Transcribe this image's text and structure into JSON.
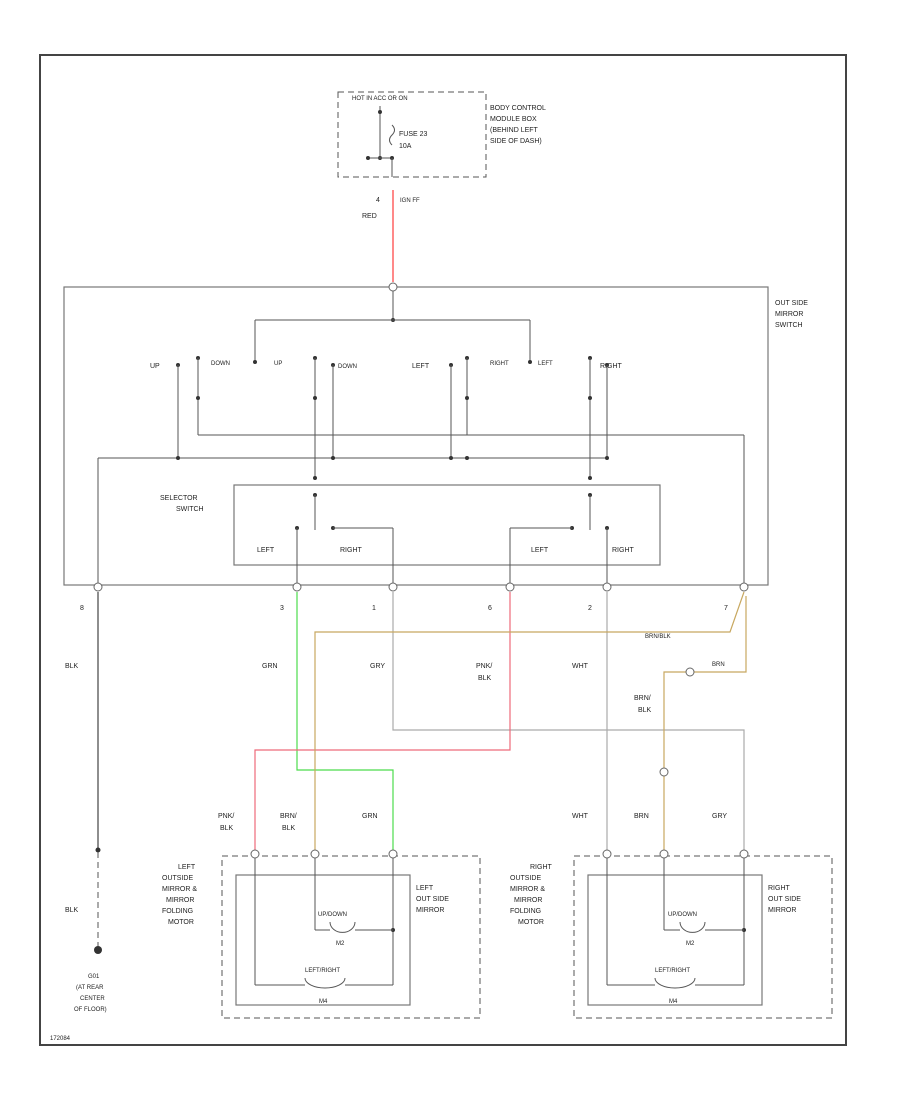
{
  "colors": {
    "red": "#ff3b3b",
    "green": "#4cdc4c",
    "tan": "#c8a860",
    "pink": "#ee6a7a",
    "wire_dark": "#444444",
    "wire_light": "#aaaaaa"
  },
  "top": {
    "fuse_header": "HOT IN ACC OR ON",
    "fuse_label": "FUSE 23",
    "fuse_amp": "10A",
    "bcm_label": [
      "BODY CONTROL",
      "MODULE BOX",
      "(BEHIND LEFT",
      "SIDE OF DASH)"
    ],
    "pin": "4",
    "pin_label": "IGN FF",
    "wire": "RED"
  },
  "switch": {
    "label": [
      "OUT SIDE",
      "MIRROR",
      "SWITCH"
    ],
    "contacts": [
      "UP",
      "DOWN",
      "UP",
      "DOWN",
      "LEFT",
      "RIGHT",
      "LEFT",
      "RIGHT"
    ],
    "selector_label": [
      "SELECTOR",
      "SWITCH"
    ],
    "selector_positions": [
      "LEFT",
      "RIGHT",
      "LEFT",
      "RIGHT"
    ],
    "pins": [
      "8",
      "3",
      "1",
      "6",
      "2",
      "7"
    ]
  },
  "wires": {
    "pin8": "BLK",
    "pin3": "GRN",
    "pin1": "GRY",
    "pin6": [
      "PNK/",
      "BLK"
    ],
    "pin2": "WHT",
    "pin7a": "BRN/BLK",
    "pin7b": "BRN",
    "pin7c": [
      "BRN/",
      "BLK"
    ]
  },
  "left_mirror": {
    "pin_labels": [
      [
        "PNK/",
        "BLK"
      ],
      [
        "BRN/",
        "BLK"
      ],
      [
        "GRN"
      ]
    ],
    "outer_label": [
      "LEFT",
      "OUTSIDE",
      "MIRROR &",
      "MIRROR",
      "FOLDING",
      "MOTOR"
    ],
    "inner_label": [
      "LEFT",
      "OUT SIDE",
      "MIRROR"
    ],
    "motor_updown": "UP/DOWN",
    "motor_updown_id": "M2",
    "motor_lr": "LEFT/RIGHT",
    "motor_lr_id": "M4"
  },
  "right_mirror": {
    "pin_labels": [
      [
        "WHT"
      ],
      [
        "BRN"
      ],
      [
        "GRY"
      ]
    ],
    "outer_label": [
      "RIGHT",
      "OUTSIDE",
      "MIRROR &",
      "MIRROR",
      "FOLDING",
      "MOTOR"
    ],
    "inner_label": [
      "RIGHT",
      "OUT SIDE",
      "MIRROR"
    ],
    "motor_updown": "UP/DOWN",
    "motor_updown_id": "M2",
    "motor_lr": "LEFT/RIGHT",
    "motor_lr_id": "M4"
  },
  "ground": {
    "wire": "BLK",
    "label": [
      "G01",
      "(AT REAR",
      "CENTER",
      "OF FLOOR)"
    ]
  },
  "code": "172084"
}
